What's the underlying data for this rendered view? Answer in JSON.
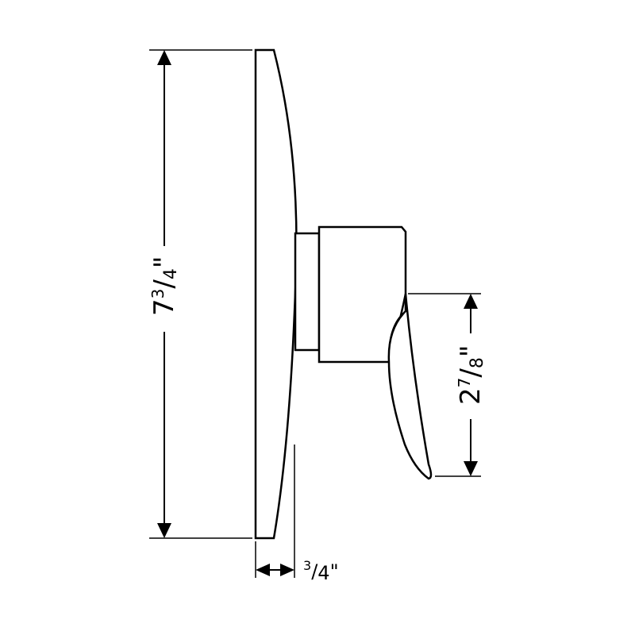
{
  "dimensions": {
    "height": {
      "whole": "7",
      "num": "3",
      "den": "4",
      "inch": "\""
    },
    "lever": {
      "whole": "2",
      "num": "7",
      "den": "8",
      "inch": "\""
    },
    "depth": {
      "num": "3",
      "den": "4",
      "inch": "\""
    }
  },
  "colors": {
    "line": "#000000",
    "background": "#ffffff"
  }
}
